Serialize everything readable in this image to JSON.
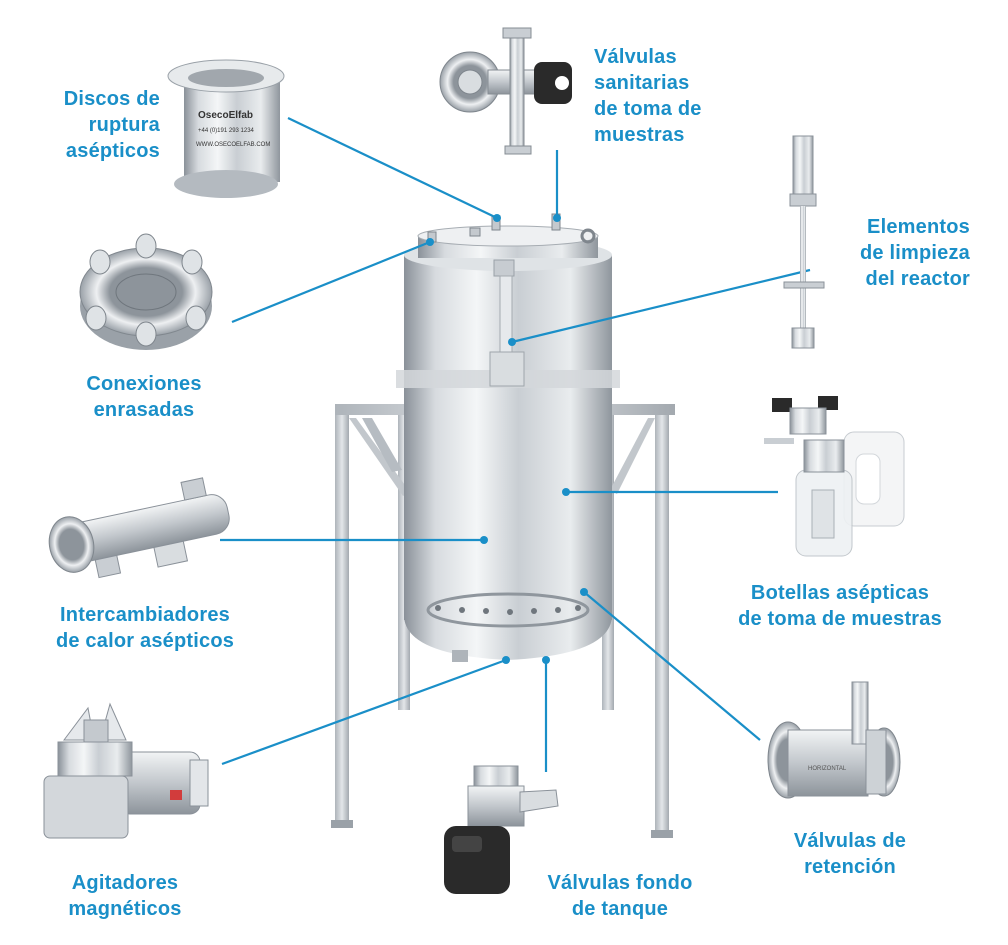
{
  "colors": {
    "accent": "#1a8fc8",
    "steel_light": "#e6e9ec",
    "steel_mid": "#b9bfc5",
    "steel_dark": "#7c848c",
    "frame": "#c4c9ce",
    "black_part": "#2a2a2a"
  },
  "labels": {
    "rupture_discs": "Discos de\nruptura\nasépticos",
    "sampling_valves": "Válvulas\nsanitarias\nde toma de\nmuestras",
    "cleaning_elements": "Elementos\nde limpieza\ndel reactor",
    "flush_connections": "Conexiones\nenrasadas",
    "sampling_bottles": "Botellas asépticas\nde toma de muestras",
    "heat_exchangers": "Intercambiadores\nde calor asépticos",
    "check_valves": "Válvulas de\nretención",
    "magnetic_agitators": "Agitadores\nmagnéticos",
    "tank_bottom_valves": "Válvulas fondo\nde tanque"
  },
  "product_engravings": {
    "rupture_disc_brand": "OsecoElfab",
    "rupture_disc_phone": "+44 (0)191 293 1234",
    "rupture_disc_web": "WWW.OSECOELFAB.COM",
    "check_valve_text": "HORIZONTAL"
  }
}
